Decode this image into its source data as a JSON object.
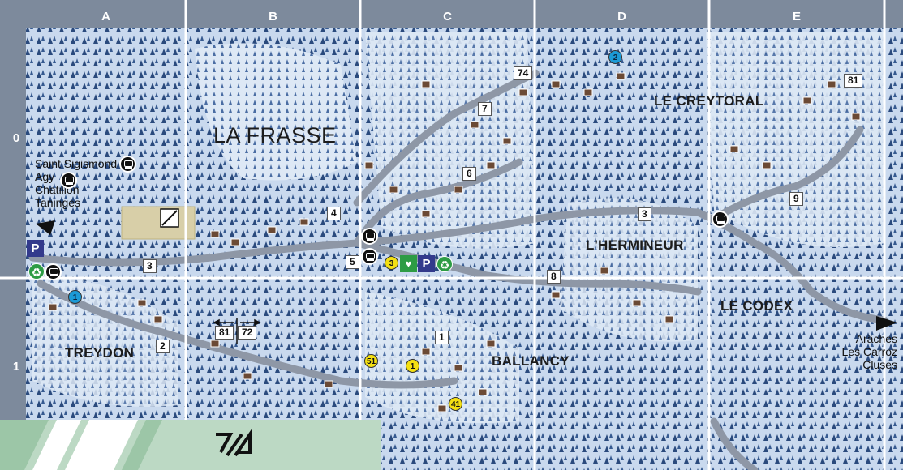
{
  "columns": [
    "A",
    "B",
    "C",
    "D",
    "E"
  ],
  "rows": [
    "0",
    "1"
  ],
  "places": {
    "la_frasse": "LA FRASSE",
    "le_creytoral": "LE CREYTORAL",
    "l_hermineur": "L'HERMINEUR",
    "le_codex": "LE CODEX",
    "treydon": "TREYDON",
    "ballancy": "BALLANCY"
  },
  "west_destinations": [
    "Saint Sigismond",
    "Agy",
    "Chatillon",
    "Taninges"
  ],
  "east_destinations": [
    "Arâches",
    "Les Carroz",
    "Cluses"
  ],
  "road_numbers": {
    "r74": "74",
    "r7": "7",
    "r6": "6",
    "r4": "4",
    "r5": "5",
    "r3a": "3",
    "r3b": "3",
    "r8": "8",
    "r1": "1",
    "r2": "2",
    "r81a": "81",
    "r72": "72",
    "r81b": "81",
    "r9": "9"
  },
  "pins": {
    "blue_2": "2",
    "blue_1": "1",
    "yellow_3": "3",
    "yellow_51": "51",
    "yellow_1": "1",
    "yellow_41": "41"
  },
  "parking_label": "P",
  "recycle_symbol": "♻",
  "colors": {
    "grid_band": "#7d8a9c",
    "snow": "#e8f0fa",
    "forest": "#1f3c6b",
    "road": "#8e97a6",
    "parking": "#333a8c",
    "green": "#2d9c45",
    "yellow_pin": "#f4e012",
    "blue_pin": "#1c9ad6",
    "footer_band": "#bcd9c4"
  }
}
